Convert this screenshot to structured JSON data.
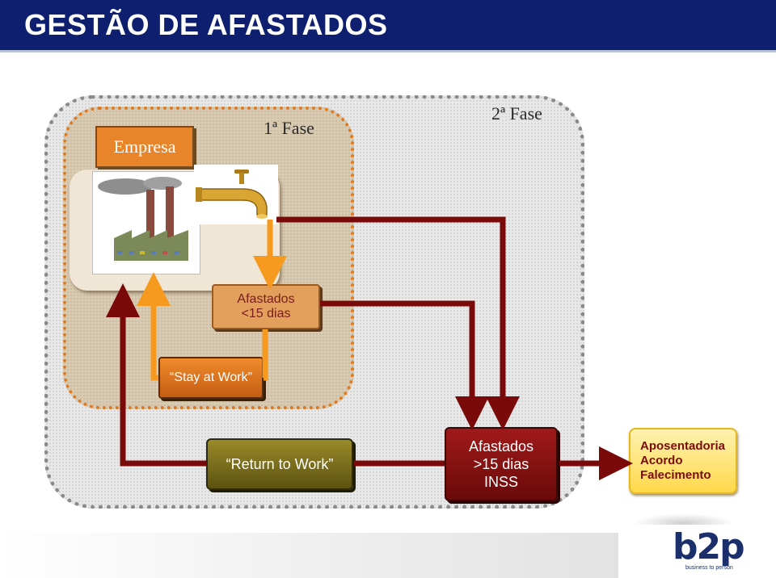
{
  "header": {
    "title": "GESTÃO DE AFASTADOS"
  },
  "phases": {
    "phase1_label": "1ª Fase",
    "phase2_label": "2ª Fase"
  },
  "empresa": {
    "label": "Empresa"
  },
  "boxes": {
    "afastados_short": {
      "line1": "Afastados",
      "line2": "<15 dias"
    },
    "stay_at_work": {
      "label": "“Stay at Work”"
    },
    "return_to_work": {
      "label": "“Return to Work”"
    },
    "afastados_long": {
      "line1": "Afastados",
      "line2": ">15 dias",
      "line3": "INSS"
    },
    "outcomes": {
      "line1": "Aposentadoria",
      "line2": "Acordo",
      "line3": "Falecimento"
    }
  },
  "logo": {
    "text": "b2p",
    "tagline": "business to person"
  },
  "icons": [
    "factory-icon",
    "faucet-icon"
  ],
  "colors": {
    "header_bg": "#0d1f6e",
    "arrow_dark_red": "#7a0a0a",
    "arrow_orange": "#f59a1e",
    "phase1_border": "#e07a20",
    "phase2_border": "#8a8a8a"
  }
}
